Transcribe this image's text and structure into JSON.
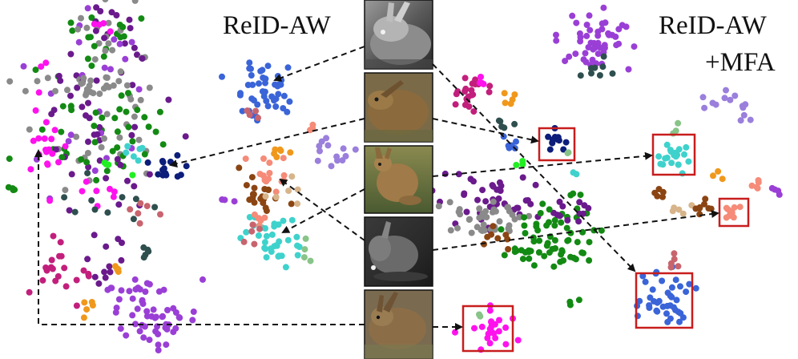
{
  "labels": {
    "left_method": "ReID-AW",
    "right_method_line1": "ReID-AW",
    "right_method_line2": "+MFA"
  },
  "colors": {
    "magenta": "#ff11ee",
    "green": "#138a13",
    "purple": "#6a1a8c",
    "violet": "#9a3fd6",
    "grey": "#8a8a8a",
    "blue": "#3a64d8",
    "navy": "#0c1d7a",
    "salmon": "#f58b78",
    "cyan": "#3fd2cc",
    "brown": "#8b4513",
    "orange": "#f0981c",
    "crimson": "#c21f7c",
    "darkteal": "#2f4f4f",
    "lavender": "#9a7fdc",
    "tan": "#d7b48a",
    "sage": "#88c488",
    "pink": "#f07eb3",
    "lime": "#22ee22",
    "rose": "#c8646e",
    "frame_red": "#c81d1d",
    "arrow": "#111111"
  },
  "photos": [
    {
      "name": "photo-rabbit-ir-1",
      "kind": "ir-rabbit"
    },
    {
      "name": "photo-hare-brown-1",
      "kind": "color-hare"
    },
    {
      "name": "photo-hare-brown-2",
      "kind": "color-hare"
    },
    {
      "name": "photo-rabbit-ir-2",
      "kind": "ir-rabbit"
    },
    {
      "name": "photo-hare-brown-3",
      "kind": "color-hare"
    }
  ]
}
